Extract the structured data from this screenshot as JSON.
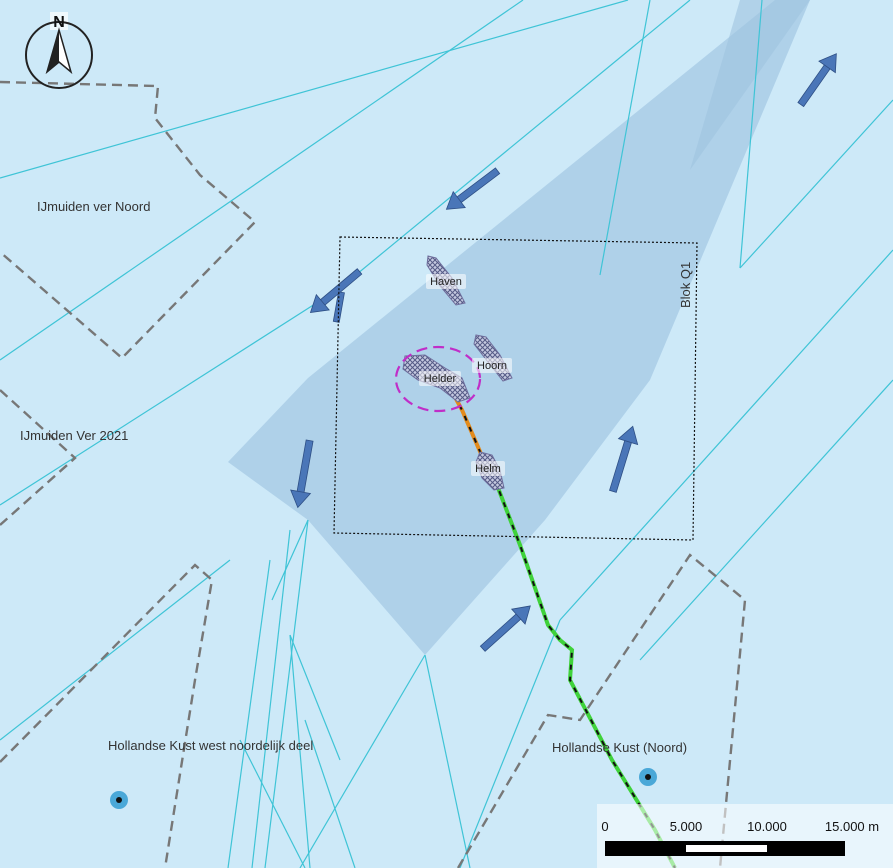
{
  "map": {
    "compass": {
      "label": "N"
    },
    "areas": [
      {
        "id": "ijmuiden-ver-noord",
        "label": "IJmuiden ver Noord"
      },
      {
        "id": "ijmuiden-ver-2021",
        "label": "IJmuiden Ver 2021"
      },
      {
        "id": "hollandse-kust-west",
        "label": "Hollandse Kust west noordelijk deel"
      },
      {
        "id": "hollandse-kust-noord",
        "label": "Hollandse Kust (Noord)"
      }
    ],
    "block": {
      "label": "Blok Q1"
    },
    "fields": [
      {
        "id": "haven",
        "label": "Haven"
      },
      {
        "id": "hoorn",
        "label": "Hoorn"
      },
      {
        "id": "helder",
        "label": "Helder"
      },
      {
        "id": "helm",
        "label": "Helm"
      }
    ],
    "scale_bar": {
      "ticks": [
        "0",
        "5.000",
        "10.000",
        "15.000 m"
      ]
    },
    "colors": {
      "sea": "#cde9f8",
      "shipping_zone": "#a9cce6",
      "lanes": "#3fc4d6",
      "arrows": "#4a76b8",
      "boundary_dash": "#777777",
      "pipeline_green": "#3fd23a",
      "pipeline_orange": "#e38b1c",
      "buffer_circle": "#c02ec8",
      "field_fill": "#6e6e9c"
    }
  }
}
